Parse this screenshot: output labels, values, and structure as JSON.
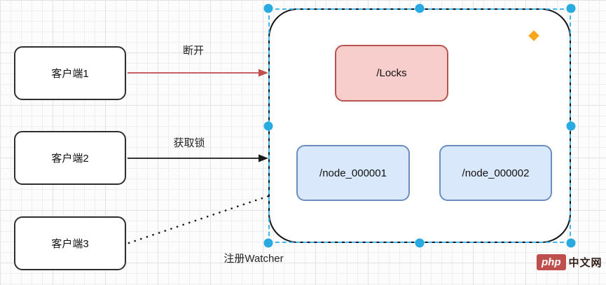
{
  "clients": [
    {
      "label": "客户端1"
    },
    {
      "label": "客户端2"
    },
    {
      "label": "客户端3"
    }
  ],
  "tree": {
    "root": {
      "label": "/Locks"
    },
    "children": [
      {
        "label": "/node_000001"
      },
      {
        "label": "/node_000002"
      }
    ]
  },
  "edges": {
    "disconnect": {
      "label": "断开"
    },
    "acquire": {
      "label": "获取锁"
    },
    "watcher": {
      "label": "注册Watcher"
    }
  },
  "colors": {
    "selection_handle": "#29abe2",
    "selection_outline": "#45b4e8",
    "disconnect_edge": "#c0504d",
    "locks_fill": "#f8cecc",
    "locks_border": "#b85450",
    "node_fill": "#dae8fc",
    "node_border": "#6c8ebf",
    "diamond_handle": "#f9a61a"
  },
  "watermark": {
    "brand": "php",
    "site": "中文网"
  }
}
